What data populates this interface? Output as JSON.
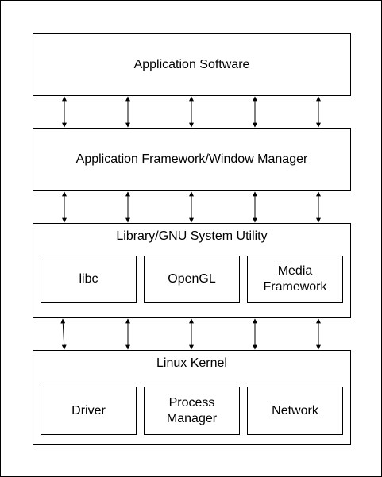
{
  "diagram": {
    "layers": {
      "application_software": "Application Software",
      "application_framework": "Application Framework/Window Manager",
      "library": {
        "title": "Library/GNU System Utility",
        "components": [
          "libc",
          "OpenGL",
          "Media\nFramework"
        ]
      },
      "kernel": {
        "title": "Linux Kernel",
        "components": [
          "Driver",
          "Process\nManager",
          "Network"
        ]
      }
    },
    "connector_count_per_gap": 5,
    "colors": {
      "stroke": "#000000",
      "background": "#ffffff"
    }
  }
}
